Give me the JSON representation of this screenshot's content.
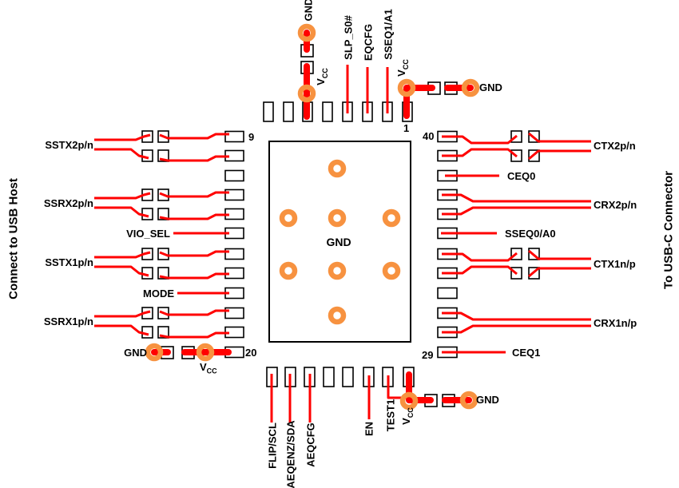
{
  "figure": {
    "side_titles": {
      "left": "Connect to USB Host",
      "right": "To USB-C Connector"
    },
    "chip": {
      "center_label": "GND"
    },
    "colors": {
      "trace_red": "#FF0000",
      "via_orange": "#F79240",
      "ink": "#000000"
    },
    "power_labels": {
      "gnd": "GND",
      "vcc_main": "V",
      "vcc_sub": "CC"
    },
    "pin_numbers": {
      "pin1": "1",
      "pin9": "9",
      "pin20": "20",
      "pin29": "29",
      "pin40": "40"
    },
    "top_signals": {
      "slp_s0": "SLP_S0#",
      "eqcfg": "EQCFG",
      "sseq1_a1": "SSEQ1/A1"
    },
    "left_signals": {
      "sstx2": "SSTX2p/n",
      "ssrx2": "SSRX2p/n",
      "vio_sel": "VIO_SEL",
      "sstx1": "SSTX1p/n",
      "mode": "MODE",
      "ssrx1": "SSRX1p/n"
    },
    "right_signals": {
      "ctx2": "CTX2p/n",
      "ceq0": "CEQ0",
      "crx2": "CRX2p/n",
      "sseq0_a0": "SSEQ0/A0",
      "ctx1": "CTX1n/p",
      "crx1": "CRX1n/p",
      "ceq1": "CEQ1"
    },
    "bottom_signals": {
      "flip_scl": "FLIP/SCL",
      "aeqenz_sda": "AEQENZ/SDA",
      "aeqcfg": "AEQCFG",
      "en": "EN",
      "test1": "TEST1"
    }
  }
}
